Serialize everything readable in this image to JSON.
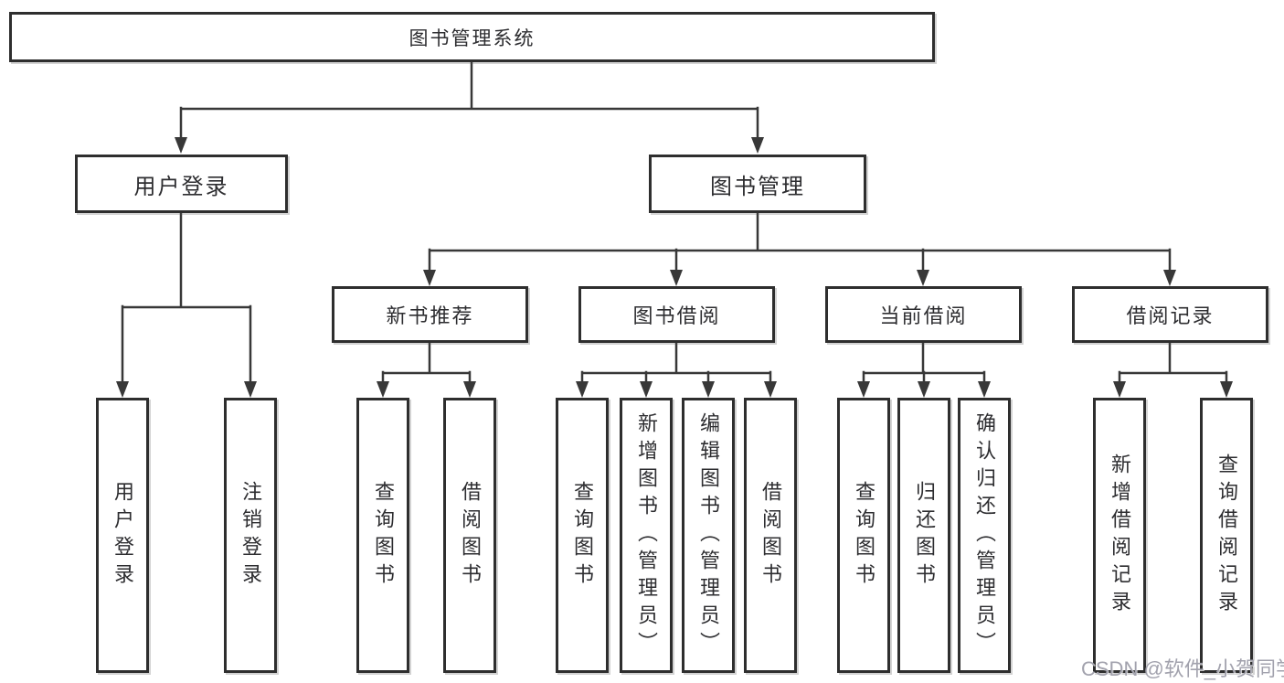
{
  "tree": {
    "label": "图书管理系统",
    "children": [
      {
        "label": "用户登录",
        "children": [
          {
            "label": "用户登录"
          },
          {
            "label": "注销登录"
          }
        ]
      },
      {
        "label": "图书管理",
        "children": [
          {
            "label": "新书推荐",
            "children": [
              {
                "label": "查询图书"
              },
              {
                "label": "借阅图书"
              }
            ]
          },
          {
            "label": "图书借阅",
            "children": [
              {
                "label": "查询图书"
              },
              {
                "label": "新增图书（管理员）"
              },
              {
                "label": "编辑图书（管理员）"
              },
              {
                "label": "借阅图书"
              }
            ]
          },
          {
            "label": "当前借阅",
            "children": [
              {
                "label": "查询图书"
              },
              {
                "label": "归还图书"
              },
              {
                "label": "确认归还（管理员）"
              }
            ]
          },
          {
            "label": "借阅记录",
            "children": [
              {
                "label": "新增借阅记录"
              },
              {
                "label": "查询借阅记录"
              }
            ]
          }
        ]
      }
    ]
  },
  "watermark": "CSDN @软件_小贺同学",
  "colors": {
    "box_border": "#2e2e2e",
    "connector_line": "#383838",
    "text": "#2d2d30",
    "watermark_text": "#a2a2ad",
    "background": "#ffffff"
  }
}
